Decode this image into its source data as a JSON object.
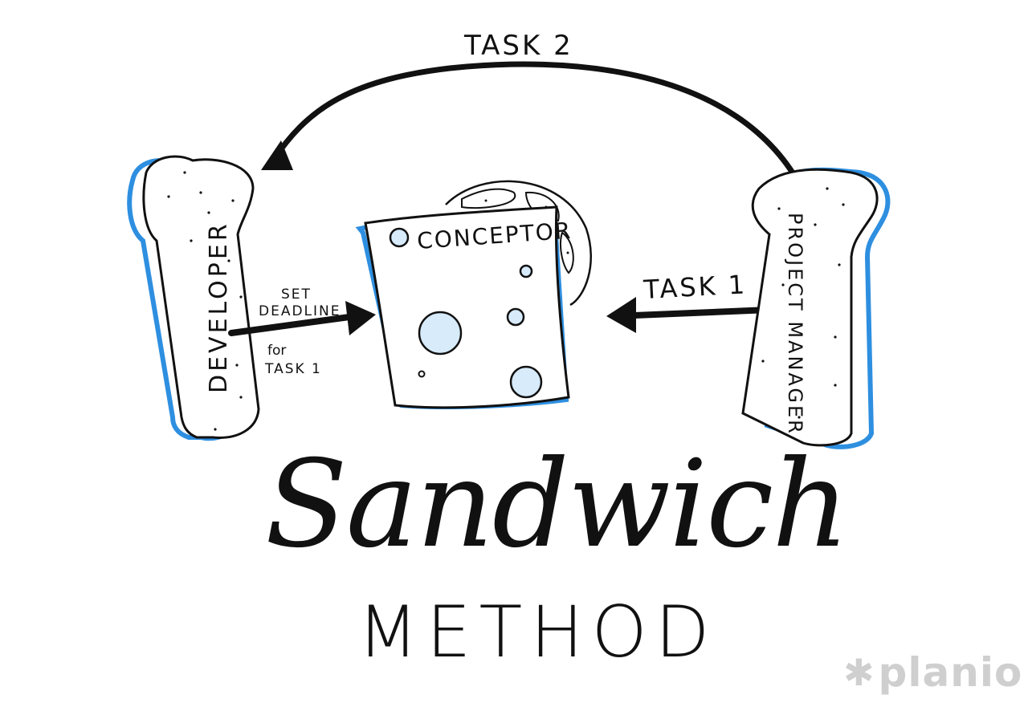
{
  "diagram": {
    "task2_label": "TASK 2",
    "task1_label": "TASK 1",
    "developer_label": "DEVELOPER",
    "project_manager_label": "PROJECT MANAGER",
    "conceptor_label": "CONCEPTOR",
    "set_deadline_line1": "SET",
    "set_deadline_line2": "DEADLINE",
    "for_task_line1": "for",
    "for_task_line2": "TASK 1"
  },
  "title": {
    "main": "Sandwich",
    "sub": "METHOD"
  },
  "logo": {
    "mark": "✱",
    "text": "planio"
  },
  "colors": {
    "ink": "#111111",
    "accent_blue": "#2e8fe0",
    "logo_gray": "#cfcfcf"
  }
}
